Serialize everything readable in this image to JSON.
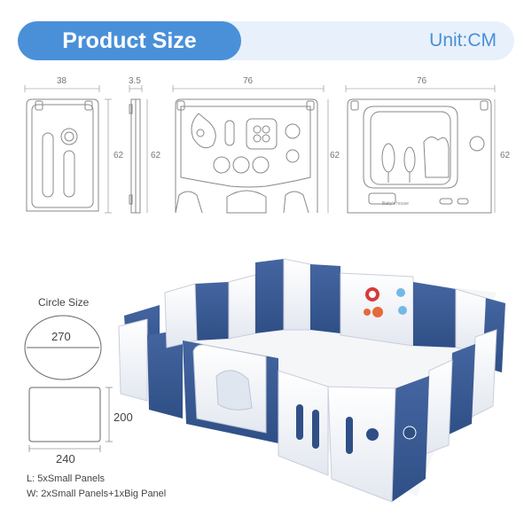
{
  "header": {
    "title": "Product Size",
    "unit": "Unit:CM"
  },
  "panels": [
    {
      "width": "38",
      "height": "62"
    },
    {
      "width": "3.5",
      "height": "62"
    },
    {
      "width": "76",
      "height": "62"
    },
    {
      "width": "76",
      "height": "62"
    }
  ],
  "big_panel_badge": "Baby's house",
  "circle": {
    "label": "Circle Size",
    "diameter": "270"
  },
  "rectangle": {
    "width": "240",
    "height": "200"
  },
  "notes": {
    "length": "L:  5xSmall Panels",
    "width": "W:  2xSmall Panels+1xBig Panel"
  },
  "colors": {
    "brand_blue": "#4a90d9",
    "panel_navy": "#35578f",
    "panel_white": "#eef1f6"
  }
}
